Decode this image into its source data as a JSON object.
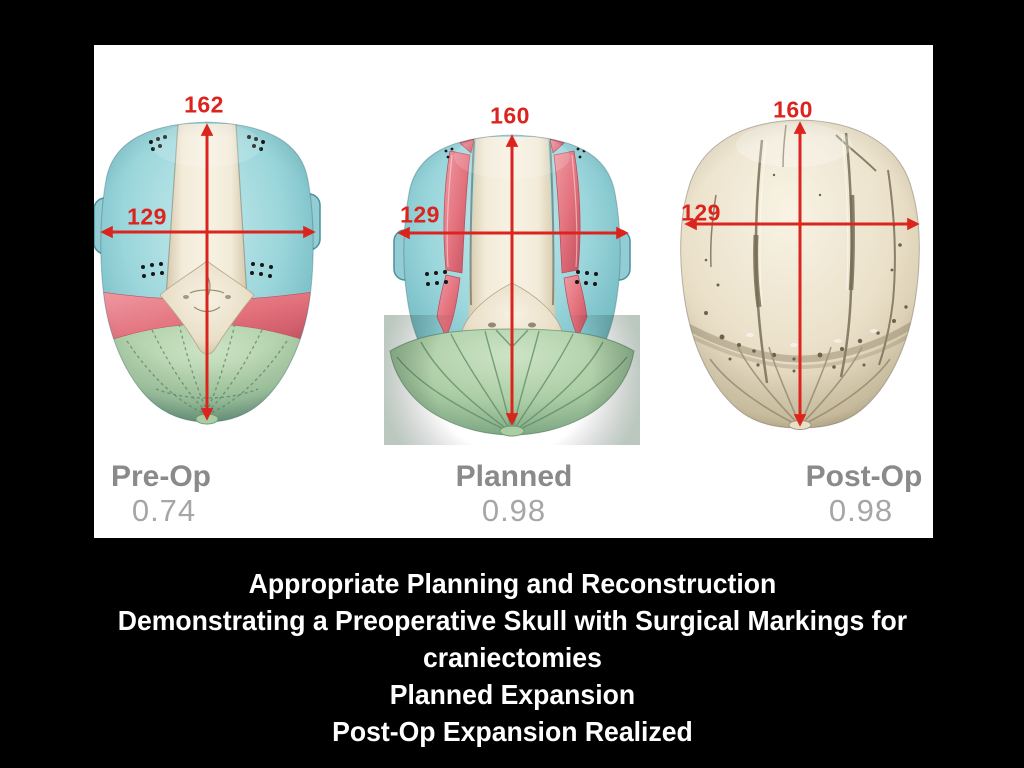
{
  "figure": {
    "skulls": [
      {
        "label": "Pre-Op",
        "index_value": "0.74",
        "height_measure": "162",
        "width_measure": "129"
      },
      {
        "label": "Planned",
        "index_value": "0.98",
        "height_measure": "160",
        "width_measure": "129"
      },
      {
        "label": "Post-Op",
        "index_value": "0.98",
        "height_measure": "160",
        "width_measure": "129"
      }
    ]
  },
  "caption": {
    "lines": [
      "Appropriate Planning and Reconstruction",
      "Demonstrating a Preoperative Skull with Surgical Markings for",
      "craniectomies",
      "Planned Expansion",
      "Post-Op Expansion Realized"
    ]
  },
  "colors": {
    "measurement_red": "#dc241f",
    "label_gray": "#8a8a8a",
    "value_gray": "#a6a6a6",
    "helmet_cyan": "#8fd0d6",
    "marking_pink": "#e2707b",
    "bone_cream": "#f2ebd9",
    "stave_green": "#9dbf97",
    "background": "#000000",
    "panel_white": "#ffffff"
  }
}
